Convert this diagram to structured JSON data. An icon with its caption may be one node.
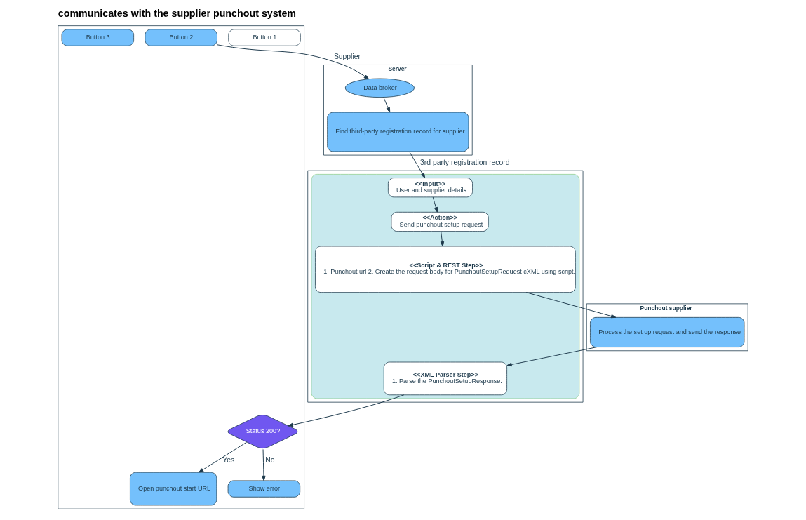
{
  "diagram": {
    "title": "communicates with the supplier punchout system",
    "nodes": [
      {
        "text": [],
        "shape": "band"
      },
      {
        "text": [
          "Server"
        ]
      },
      {
        "text": [],
        "shape": "band"
      },
      {
        "text": [
          "Punchout supplier"
        ]
      },
      {
        "text": [
          "Button 1"
        ],
        "in": 0
      },
      {
        "text": [
          "Button 2"
        ],
        "in": 0
      },
      {
        "text": [
          "Button 3"
        ],
        "in": 0
      },
      {
        "text": [
          "Status 200?"
        ],
        "in": 0
      },
      {
        "text": [
          "Open punchout start URL"
        ],
        "in": 0
      },
      {
        "text": [
          "Show error"
        ],
        "in": 0
      },
      {
        "text": [
          "Data broker"
        ],
        "in": 1
      },
      {
        "text": [
          "Find third-party registration record for supplier"
        ],
        "in": 1
      },
      {
        "text": [],
        "shape": "box",
        "in": 2
      },
      {
        "text": [
          "<<Input>>",
          "User and supplier details"
        ],
        "in": 12
      },
      {
        "text": [
          "<<Action>>",
          "Send punchout setup request"
        ],
        "in": 12
      },
      {
        "text": [
          "<<Script & REST Step>>",
          "1. Punchout url 2. Create the request body for PunchoutSetupRequest cXML using script."
        ],
        "in": 12
      },
      {
        "text": [
          "<<XML Parser Step>>",
          "1. Parse the PunchoutSetupResponse."
        ],
        "in": 12
      },
      {
        "text": [
          "Process the set up request and send the response"
        ],
        "in": 3
      }
    ],
    "edges": [
      {
        "from": 5,
        "to": 10,
        "arrow": "to",
        "label": "Supplier"
      },
      {
        "from": 10,
        "to": 11,
        "arrow": "to"
      },
      {
        "from": 11,
        "to": 13,
        "arrow": "to",
        "label": "3rd party registration record"
      },
      {
        "from": 13,
        "to": 14,
        "arrow": "to"
      },
      {
        "from": 14,
        "to": 15,
        "arrow": "to"
      },
      {
        "from": 15,
        "to": 17,
        "arrow": "to"
      },
      {
        "from": 17,
        "to": 16,
        "arrow": "to"
      },
      {
        "from": 16,
        "to": 7,
        "arrow": "to"
      },
      {
        "from": 7,
        "to": 8,
        "arrow": "to",
        "label": "Yes"
      },
      {
        "from": 7,
        "to": 9,
        "arrow": "to",
        "label": "No"
      }
    ]
  }
}
